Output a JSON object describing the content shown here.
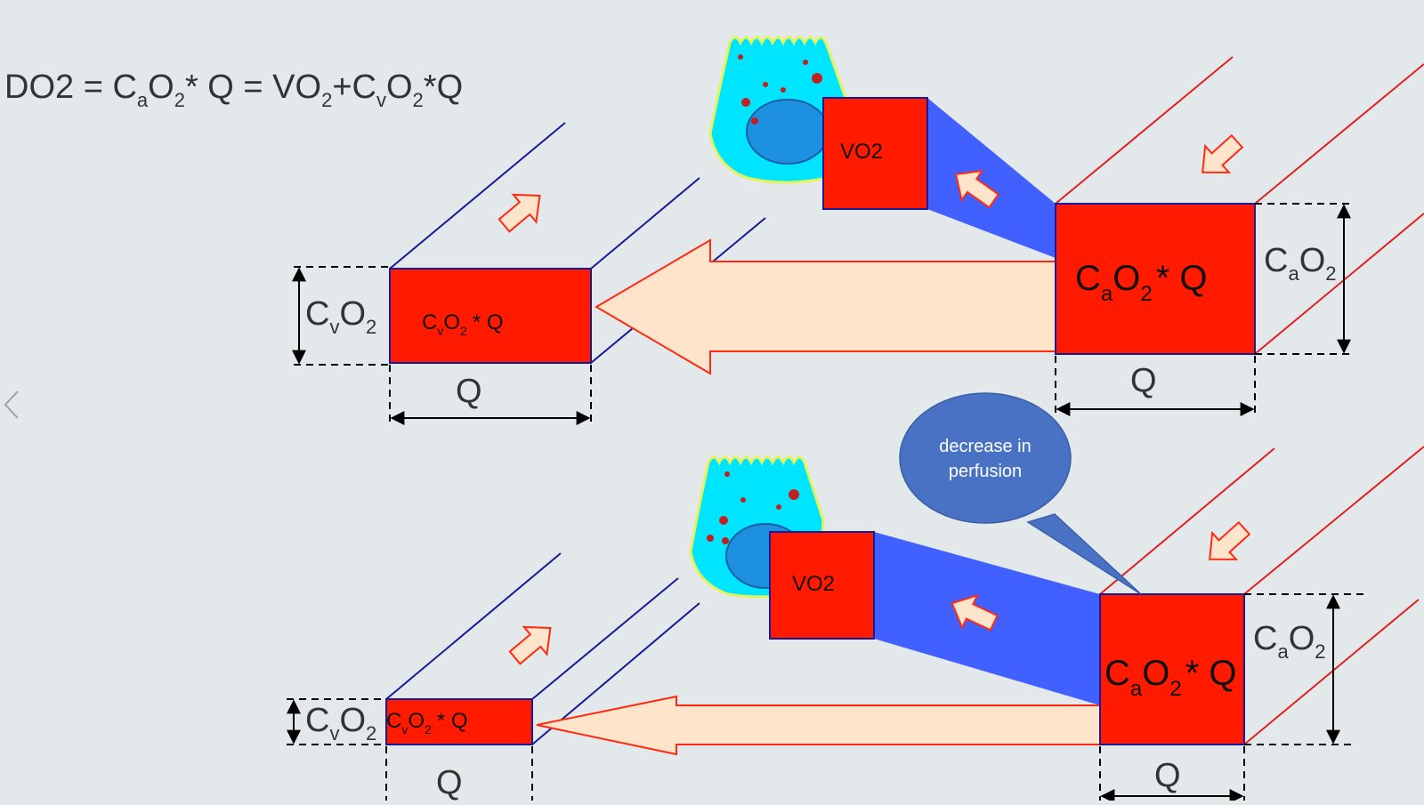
{
  "equation": {
    "parts": [
      "DO2 = C",
      "a",
      "O",
      "2",
      "* Q = VO",
      "2",
      "+C",
      "v",
      "O",
      "2",
      "*Q"
    ]
  },
  "labels": {
    "vo2": "VO2",
    "q": "Q",
    "c": "C",
    "o": "O",
    "sub_a": "a",
    "sub_v": "v",
    "sub_2": "2",
    "star_q": "* Q",
    "bubble_line1": "decrease in",
    "bubble_line2": "perfusion"
  },
  "colors": {
    "background": "#e3e9ea",
    "box_red": "#ff1a00",
    "box_border": "#1a1a99",
    "arrow_fill": "#ffe4cc",
    "arrow_stroke": "#ff2a10",
    "vessel_blue": "#1a1a99",
    "vessel_red": "#e02020",
    "flow_blue": "#4060ff",
    "cell_cyan": "#00e5ff",
    "bubble_blue": "#4a72c4"
  }
}
